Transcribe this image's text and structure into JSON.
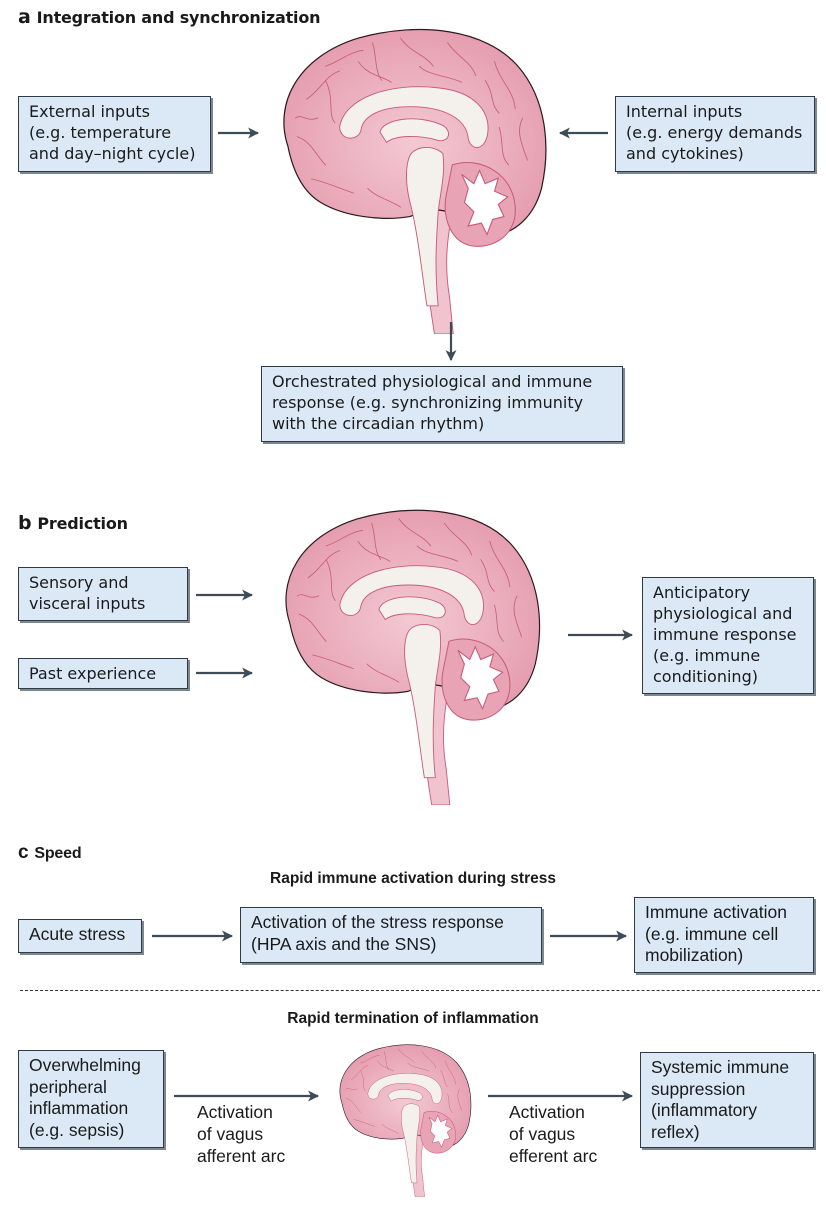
{
  "colors": {
    "box_fill": "#dbe9f6",
    "box_border": "#2e3a44",
    "arrow": "#3e4c57",
    "brain_fill": "#e8a0b0",
    "brain_line": "#c95a7c",
    "brain_white": "#f4f1ec"
  },
  "panel_a": {
    "letter": "a",
    "title": "Integration and synchronization",
    "external_box": [
      "External inputs",
      "(e.g. temperature",
      "and day–night cycle)"
    ],
    "internal_box": [
      "Internal inputs",
      "(e.g. energy demands",
      "and cytokines)"
    ],
    "output_box": [
      "Orchestrated physiological and immune",
      "response (e.g. synchronizing immunity",
      "with the circadian rhythm)"
    ]
  },
  "panel_b": {
    "letter": "b",
    "title": "Prediction",
    "sensory_box": [
      "Sensory and",
      "visceral inputs"
    ],
    "past_box": [
      "Past experience"
    ],
    "output_box": [
      "Anticipatory",
      "physiological and",
      "immune response",
      "(e.g. immune",
      "conditioning)"
    ]
  },
  "panel_c": {
    "letter": "c",
    "title": "Speed",
    "activation_heading": "Rapid immune activation during stress",
    "acute_box": [
      "Acute stress"
    ],
    "stress_response_box": [
      "Activation of the stress response",
      "(HPA axis and the SNS)"
    ],
    "immune_activation_box": [
      "Immune activation",
      "(e.g. immune cell",
      "mobilization)"
    ],
    "termination_heading": "Rapid termination of inflammation",
    "inflammation_box": [
      "Overwhelming",
      "peripheral",
      "inflammation",
      "(e.g. sepsis)"
    ],
    "afferent_label": [
      "Activation",
      "of vagus",
      "afferent arc"
    ],
    "efferent_label": [
      "Activation",
      "of vagus",
      "efferent arc"
    ],
    "suppression_box": [
      "Systemic immune",
      "suppression",
      "(inflammatory",
      "reflex)"
    ]
  }
}
